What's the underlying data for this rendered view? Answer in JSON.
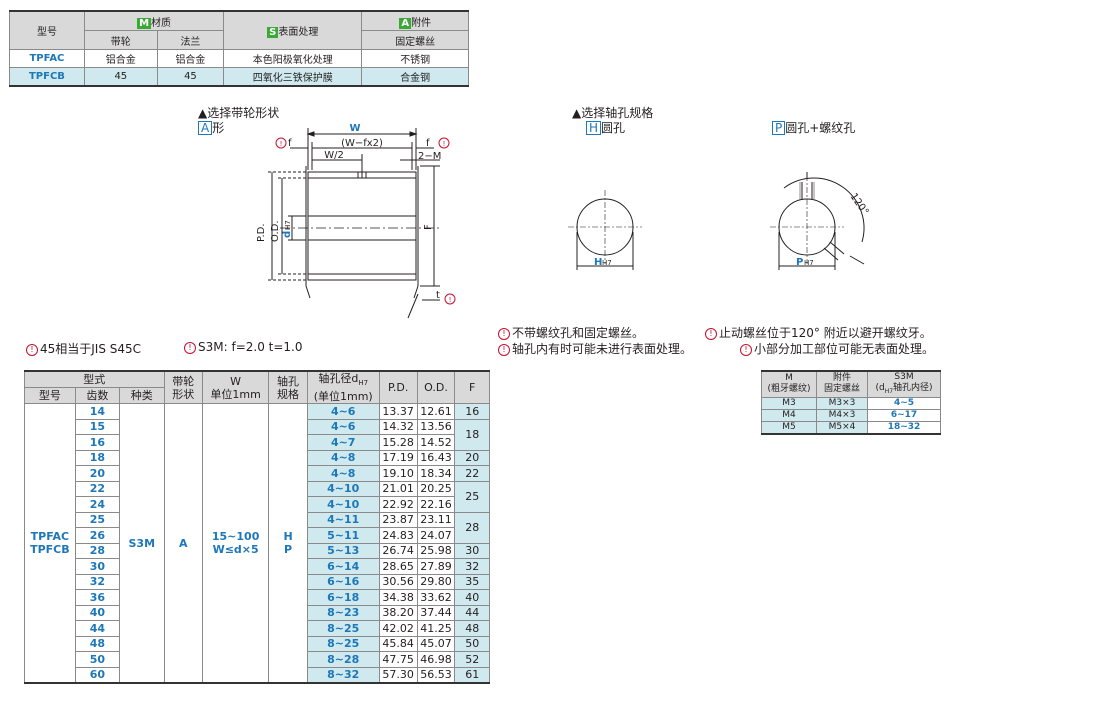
{
  "material_table": {
    "headers": {
      "model": "型号",
      "material_tag": "M",
      "material": "材质",
      "pulley": "带轮",
      "flange": "法兰",
      "surface_tag": "S",
      "surface": "表面处理",
      "accessory_tag": "A",
      "accessory": "附件",
      "set_screw": "固定螺丝"
    },
    "rows": [
      {
        "code": "TPFAC",
        "pulley": "铝合金",
        "flange": "铝合金",
        "surface": "本色阳极氧化处理",
        "screw": "不锈钢"
      },
      {
        "code": "TPFCB",
        "pulley": "45",
        "flange": "45",
        "surface": "四氧化三铁保护膜",
        "screw": "合金钢"
      }
    ]
  },
  "shape": {
    "title": "▲选择带轮形状",
    "letter": "A",
    "label": "形",
    "dims": {
      "W": "W",
      "W_fx2": "(W−fx2)",
      "W_half": "W/2",
      "f_left": "f",
      "f_right": "f",
      "two_M": "2−M",
      "PD": "P.D.",
      "OD": "O.D.",
      "d": "d",
      "d_sub": "H7",
      "F": "F",
      "t": "t"
    }
  },
  "bore": {
    "title": "▲选择轴孔规格",
    "h_letter": "H",
    "h_label": "圆孔",
    "p_letter": "P",
    "p_label": "圆孔+螺纹孔",
    "h_dim": "H",
    "h_sub": "H7",
    "p_dim": "P",
    "p_sub": "H7",
    "angle": "120°"
  },
  "notes": {
    "left1": "45相当于JIS  S45C",
    "left2": "S3M: f=2.0  t=1.0",
    "right1a": "不带螺纹孔和固定螺丝。",
    "right1b": "止动螺丝位于120°  附近以避开螺纹牙。",
    "right2a": "轴孔内有时可能未进行表面处理。",
    "right2b": "小部分加工部位可能无表面处理。"
  },
  "main_table": {
    "headers": {
      "type": "型式",
      "model": "型号",
      "teeth": "齿数",
      "kind": "种类",
      "pulley_shape_1": "带轮",
      "pulley_shape_2": "形状",
      "w_1": "W",
      "w_2": "单位1mm",
      "bore_1": "轴孔",
      "bore_2": "规格",
      "dia_1": "轴孔径d",
      "dia_sub": "H7",
      "dia_2": "(单位1mm)",
      "pd": "P.D.",
      "od": "O.D.",
      "f": "F"
    },
    "model_1": "TPFAC",
    "model_2": "TPFCB",
    "kind": "S3M",
    "shape": "A",
    "w_range": "15~100",
    "w_cond": "W≤d×5",
    "bore_h": "H",
    "bore_p": "P",
    "rows": [
      {
        "teeth": "14",
        "d": "4~6",
        "pd": "13.37",
        "od": "12.61"
      },
      {
        "teeth": "15",
        "d": "4~6",
        "pd": "14.32",
        "od": "13.56"
      },
      {
        "teeth": "16",
        "d": "4~7",
        "pd": "15.28",
        "od": "14.52"
      },
      {
        "teeth": "18",
        "d": "4~8",
        "pd": "17.19",
        "od": "16.43"
      },
      {
        "teeth": "20",
        "d": "4~8",
        "pd": "19.10",
        "od": "18.34"
      },
      {
        "teeth": "22",
        "d": "4~10",
        "pd": "21.01",
        "od": "20.25"
      },
      {
        "teeth": "24",
        "d": "4~10",
        "pd": "22.92",
        "od": "22.16"
      },
      {
        "teeth": "25",
        "d": "4~11",
        "pd": "23.87",
        "od": "23.11"
      },
      {
        "teeth": "26",
        "d": "5~11",
        "pd": "24.83",
        "od": "24.07"
      },
      {
        "teeth": "28",
        "d": "5~13",
        "pd": "26.74",
        "od": "25.98"
      },
      {
        "teeth": "30",
        "d": "6~14",
        "pd": "28.65",
        "od": "27.89"
      },
      {
        "teeth": "32",
        "d": "6~16",
        "pd": "30.56",
        "od": "29.80"
      },
      {
        "teeth": "36",
        "d": "6~18",
        "pd": "34.38",
        "od": "33.62"
      },
      {
        "teeth": "40",
        "d": "8~23",
        "pd": "38.20",
        "od": "37.44"
      },
      {
        "teeth": "44",
        "d": "8~25",
        "pd": "42.02",
        "od": "41.25"
      },
      {
        "teeth": "48",
        "d": "8~25",
        "pd": "45.84",
        "od": "45.07"
      },
      {
        "teeth": "50",
        "d": "8~28",
        "pd": "47.75",
        "od": "46.98"
      },
      {
        "teeth": "60",
        "d": "8~32",
        "pd": "57.30",
        "od": "56.53"
      }
    ],
    "f_values": [
      "16",
      "18",
      "20",
      "22",
      "25",
      "28",
      "30",
      "32",
      "35",
      "40",
      "44",
      "48",
      "50",
      "52",
      "61"
    ]
  },
  "m_table": {
    "headers": {
      "m_1": "M",
      "m_2": "(粗牙螺纹)",
      "acc_1": "附件",
      "acc_2": "固定螺丝",
      "s3m_1": "S3M",
      "s3m_2": "(d",
      "s3m_sub": "H7",
      "s3m_3": "轴孔内径)"
    },
    "rows": [
      {
        "m": "M3",
        "screw": "M3×3",
        "range": "4~5"
      },
      {
        "m": "M4",
        "screw": "M4×3",
        "range": "6~17"
      },
      {
        "m": "M5",
        "screw": "M5×4",
        "range": "18~32"
      }
    ]
  },
  "colors": {
    "accent_blue": "#1d77b8",
    "tag_green": "#3aa935",
    "row_teal": "#cfe9ee",
    "header_gray": "#d9d9d9",
    "icon_red": "#c8102e"
  }
}
